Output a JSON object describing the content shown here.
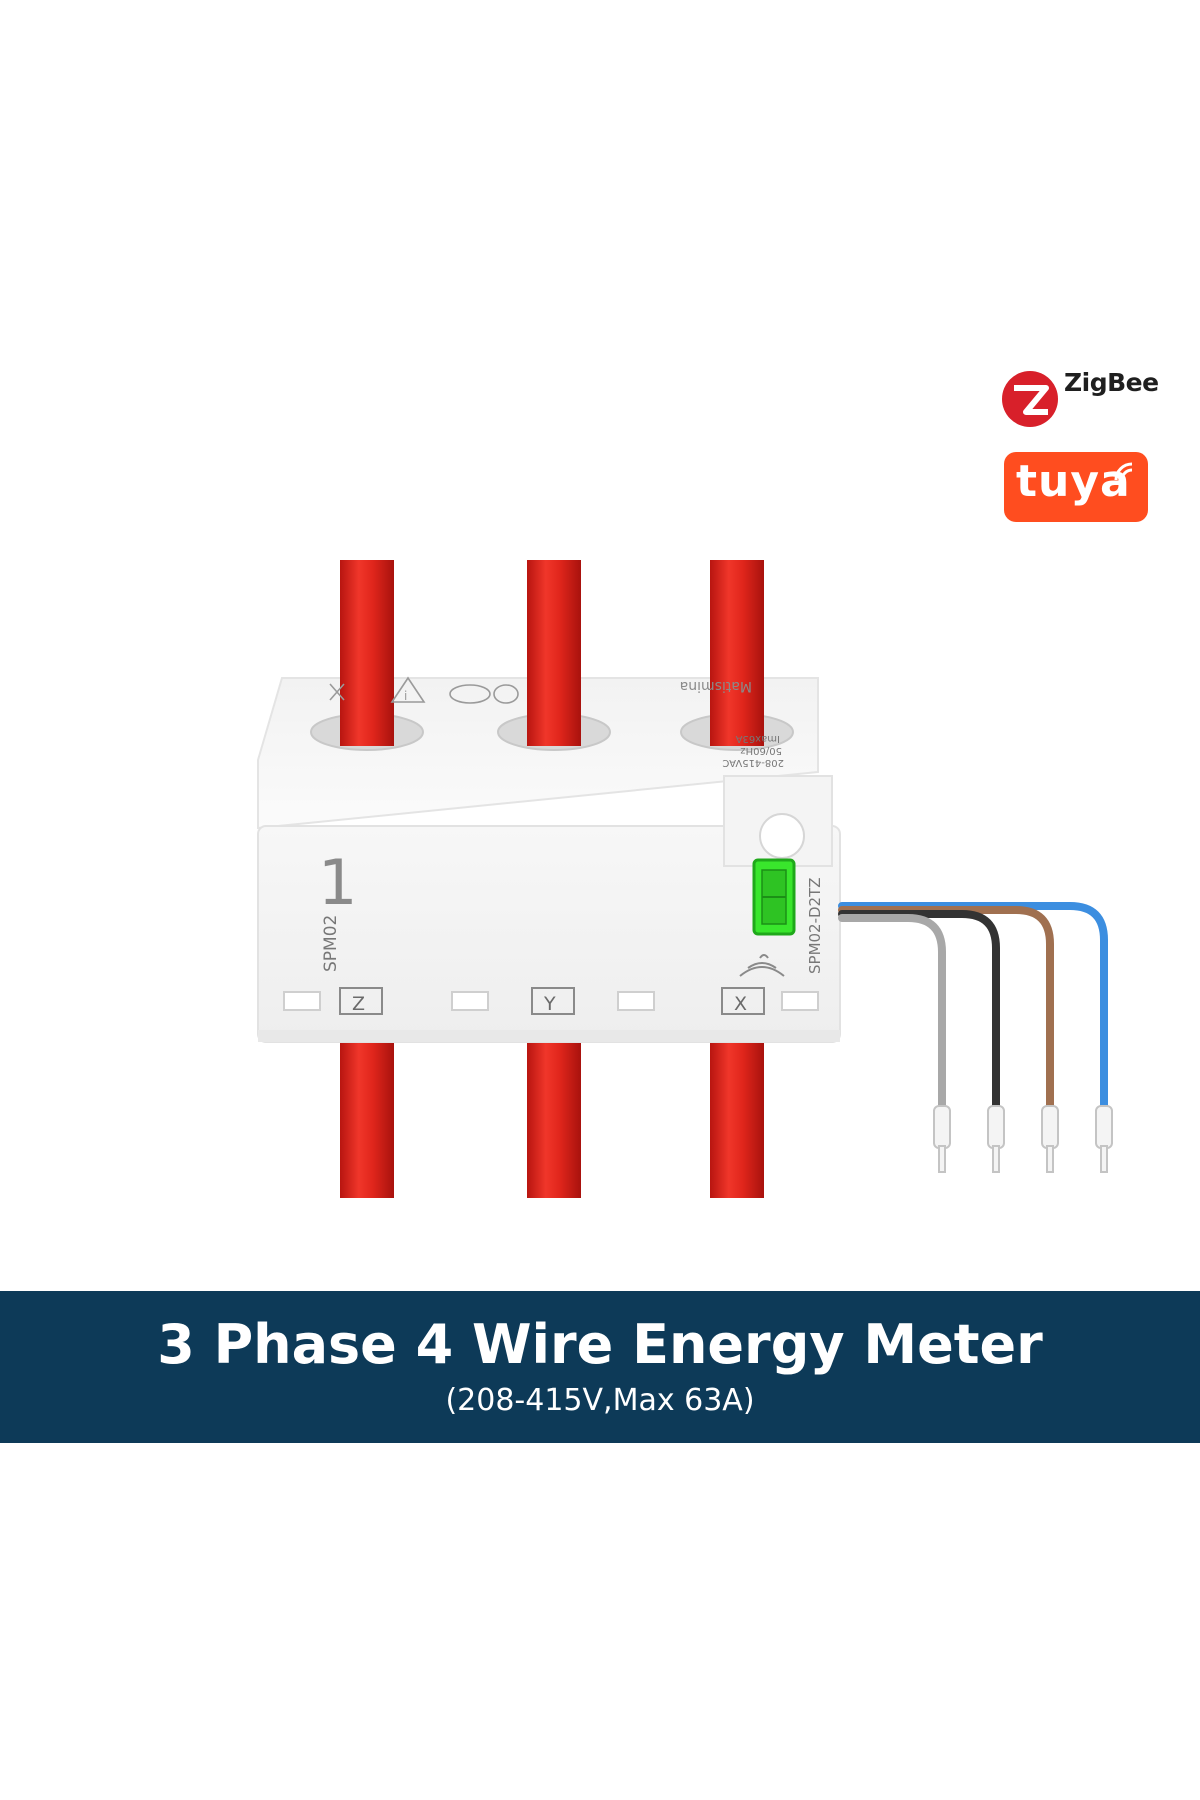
{
  "banner": {
    "title": "3 Phase 4 Wire Energy Meter",
    "subtitle": "(208-415V,Max 63A)"
  },
  "brands": {
    "zigbee_label": "ZigBee",
    "tuya_label": "tuya"
  },
  "device": {
    "model_vertical": "SPM02",
    "model_side": "SPM02-D2TZ",
    "rating_lines": [
      "208-415VAC",
      "50/60Hz",
      "Imax63A"
    ],
    "terminal_labels": [
      "Z",
      "Y",
      "X"
    ],
    "phase_mark": "1",
    "brand_text": "Matismina"
  },
  "colors": {
    "banner_bg": "#0d3a58",
    "busbar_red": "#e1261c",
    "tuya_orange": "#ff4d1f",
    "zigbee_red": "#d8202a",
    "status_green": "#39e62c",
    "wire_grey": "#a8a8a8",
    "wire_black": "#333333",
    "wire_brown": "#a07050",
    "wire_blue": "#3c8ee0"
  }
}
